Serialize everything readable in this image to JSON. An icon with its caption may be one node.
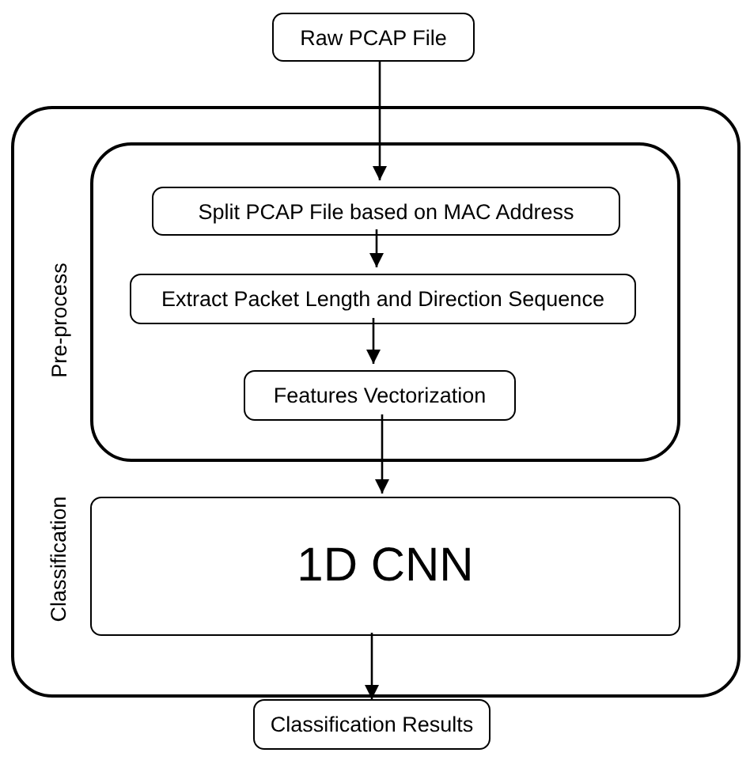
{
  "diagram": {
    "nodes": [
      {
        "text": [
          "Raw PCAP File"
        ]
      },
      {
        "text": [
          "Pre-process",
          "Classification"
        ]
      },
      {
        "text": [],
        "shape": "box",
        "in": 1
      },
      {
        "text": [
          "Split PCAP File based on MAC Address"
        ],
        "in": 2
      },
      {
        "text": [
          "Extract Packet Length and Direction Sequence"
        ],
        "in": 2
      },
      {
        "text": [
          "Features Vectorization"
        ],
        "in": 2
      },
      {
        "text": [
          "1D CNN"
        ],
        "in": 1
      },
      {
        "text": [
          "Classification Results"
        ]
      }
    ],
    "edges": [
      {
        "from": 0,
        "to": 3,
        "arrow": "to"
      },
      {
        "from": 3,
        "to": 4,
        "arrow": "to"
      },
      {
        "from": 4,
        "to": 5,
        "arrow": "to"
      },
      {
        "from": 5,
        "to": 6,
        "arrow": "to"
      },
      {
        "from": 6,
        "to": 7,
        "arrow": "to"
      }
    ]
  }
}
